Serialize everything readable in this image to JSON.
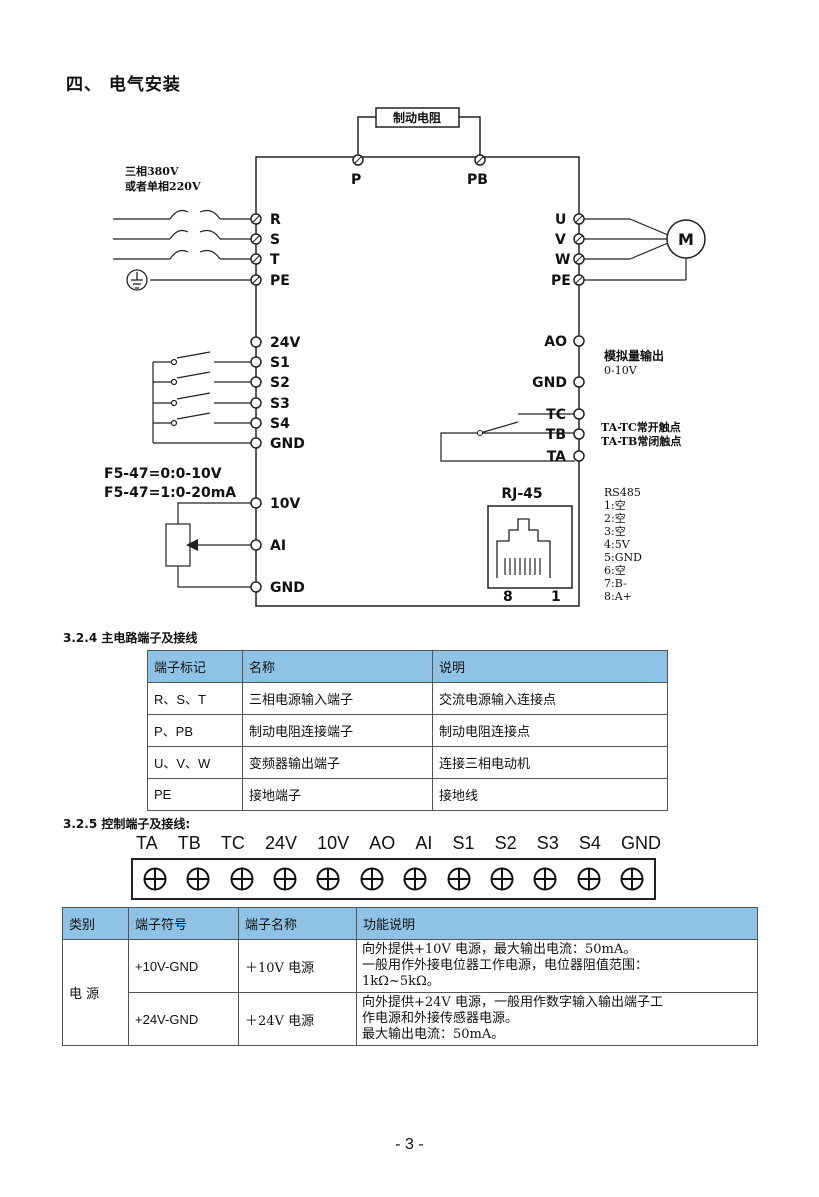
{
  "heading": "四、 电气安装",
  "diagram": {
    "brake_resistor": "制动电阻",
    "dc_terminals": [
      "P",
      "PB"
    ],
    "supply_line1": "三相380V",
    "supply_line2": "或者单相220V",
    "input_terminals": [
      "R",
      "S",
      "T",
      "PE"
    ],
    "output_terminals": [
      "U",
      "V",
      "W",
      "PE"
    ],
    "motor": "M",
    "di_terminals": [
      "24V",
      "S1",
      "S2",
      "S3",
      "S4",
      "GND"
    ],
    "ai_note1": "F5-47=0:0-10V",
    "ai_note2": "F5-47=1:0-20mA",
    "ai_terminals": [
      "10V",
      "AI",
      "GND"
    ],
    "ao_terminal": "AO",
    "ao_note1": "模拟量输出",
    "ao_note2": "0-10V",
    "ao_gnd": "GND",
    "relay_terminals": [
      "TC",
      "TB",
      "TA"
    ],
    "relay_note1": "TA-TC常开触点",
    "relay_note2": "TA-TB常闭触点",
    "rj45": "RJ-45",
    "rj45_pin_left": "8",
    "rj45_pin_right": "1",
    "rs485": [
      "RS485",
      "1:空",
      "2:空",
      "3:空",
      "4:5V",
      "5:GND",
      "6:空",
      "7:B-",
      "8:A+"
    ]
  },
  "section_main": "3.2.4 主电路端子及接线",
  "main_table": {
    "headers": [
      "端子标记",
      "名称",
      "说明"
    ],
    "rows": [
      [
        "R、S、T",
        "三相电源输入端子",
        "交流电源输入连接点"
      ],
      [
        "P、PB",
        "制动电阻连接端子",
        "制动电阻连接点"
      ],
      [
        "U、V、W",
        "变频器输出端子",
        "连接三相电动机"
      ],
      [
        "PE",
        "接地端子",
        "接地线"
      ]
    ]
  },
  "section_control": "3.2.5 控制端子及接线:",
  "terminal_strip": [
    "TA",
    "TB",
    "TC",
    "24V",
    "10V",
    "AO",
    "AI",
    "S1",
    "S2",
    "S3",
    "S4",
    "GND"
  ],
  "control_table": {
    "headers": [
      "类别",
      "端子符号",
      "端子名称",
      "功能说明"
    ],
    "category": "电 源",
    "rows": [
      {
        "symbol": "+10V-GND",
        "name": "＋10V 电源",
        "desc": [
          "向外提供+10V 电源，最大输出电流：50mA。",
          "一般用作外接电位器工作电源，电位器阻值范围：",
          "1kΩ~5kΩ。"
        ]
      },
      {
        "symbol": "+24V-GND",
        "name": "＋24V 电源",
        "desc": [
          "向外提供+24V 电源，一般用作数字输入输出端子工",
          "作电源和外接传感器电源。",
          "最大输出电流：50mA。"
        ]
      }
    ]
  },
  "page_number": "- 3 -"
}
